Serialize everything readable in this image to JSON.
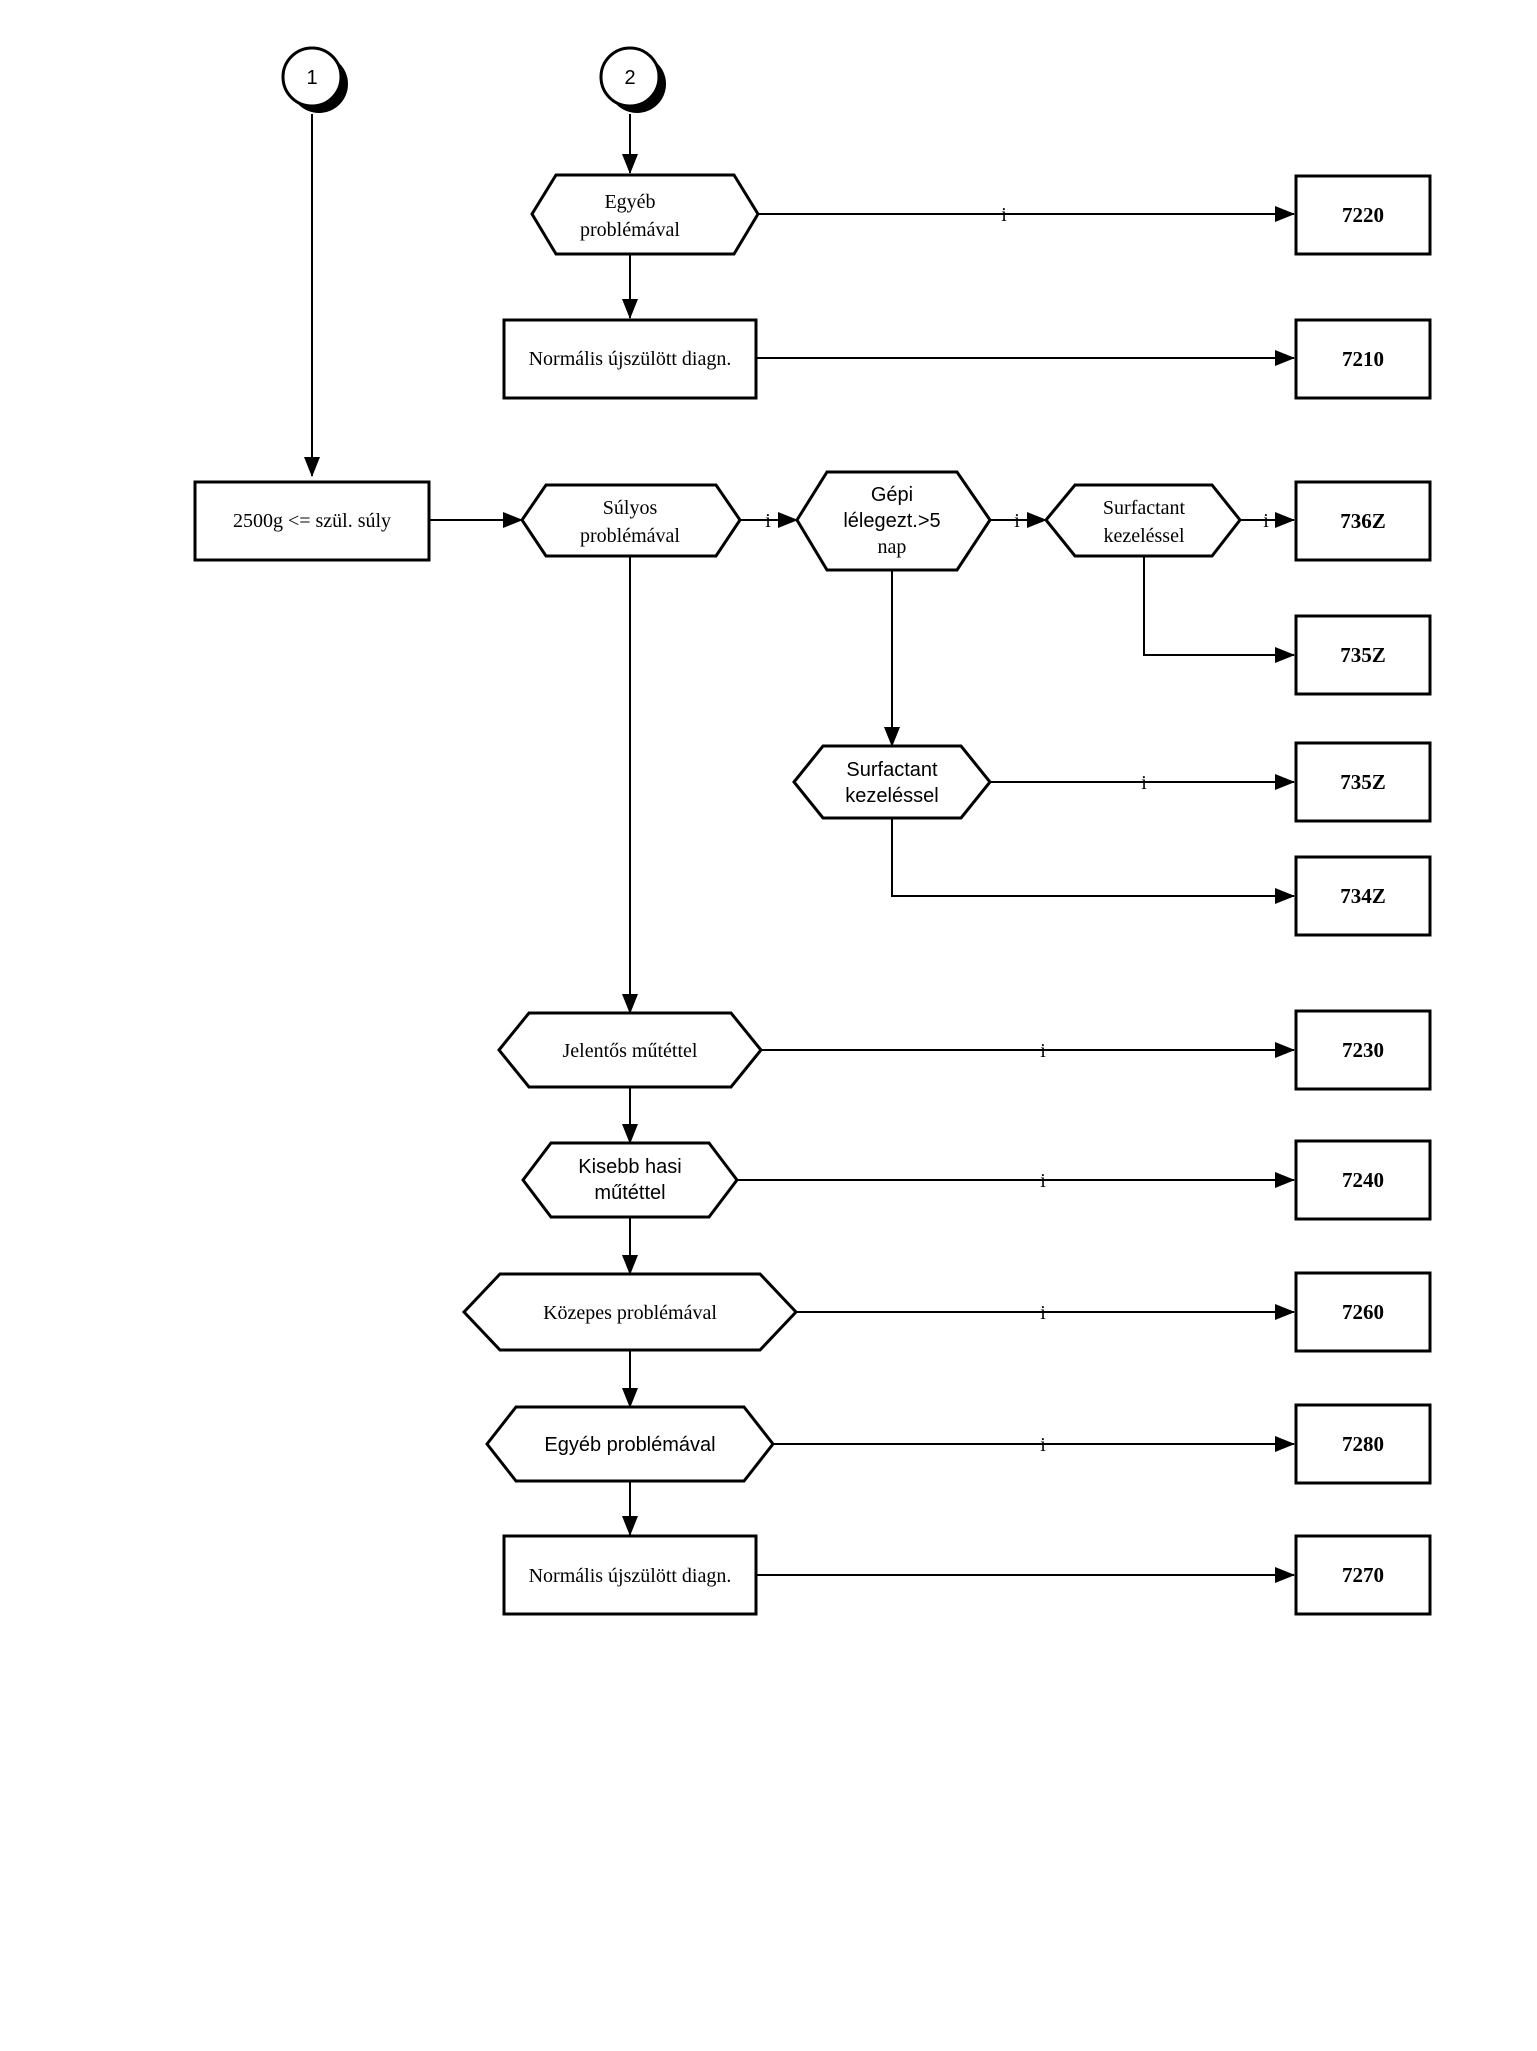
{
  "connectors": [
    "1",
    "2"
  ],
  "nodes": {
    "n2_egyeb": [
      "Egyéb",
      "problémával"
    ],
    "n2_normalis": [
      "Normális újszülött diagn."
    ],
    "weight": [
      "2500g <= szül. súly"
    ],
    "sulyos": [
      "Súlyos",
      "problémával"
    ],
    "gepi": [
      "Gépi",
      "lélegezt.>5",
      "nap"
    ],
    "surf1": [
      "Surfactant",
      "kezeléssel"
    ],
    "surf2": [
      "Surfactant",
      "kezeléssel"
    ],
    "jelentos": [
      "Jelentős műtéttel"
    ],
    "kisebb": [
      "Kisebb hasi",
      "műtéttel"
    ],
    "kozepes": [
      "Közepes problémával"
    ],
    "egyeb2": [
      "Egyéb problémával"
    ],
    "normalis2": [
      "Normális újszülött diagn."
    ]
  },
  "codes": {
    "c7220": "7220",
    "c7210": "7210",
    "c736z": "736Z",
    "c735z_a": "735Z",
    "c735z_b": "735Z",
    "c734z": "734Z",
    "c7230": "7230",
    "c7240": "7240",
    "c7260": "7260",
    "c7280": "7280",
    "c7270": "7270"
  },
  "yes_label": "i"
}
